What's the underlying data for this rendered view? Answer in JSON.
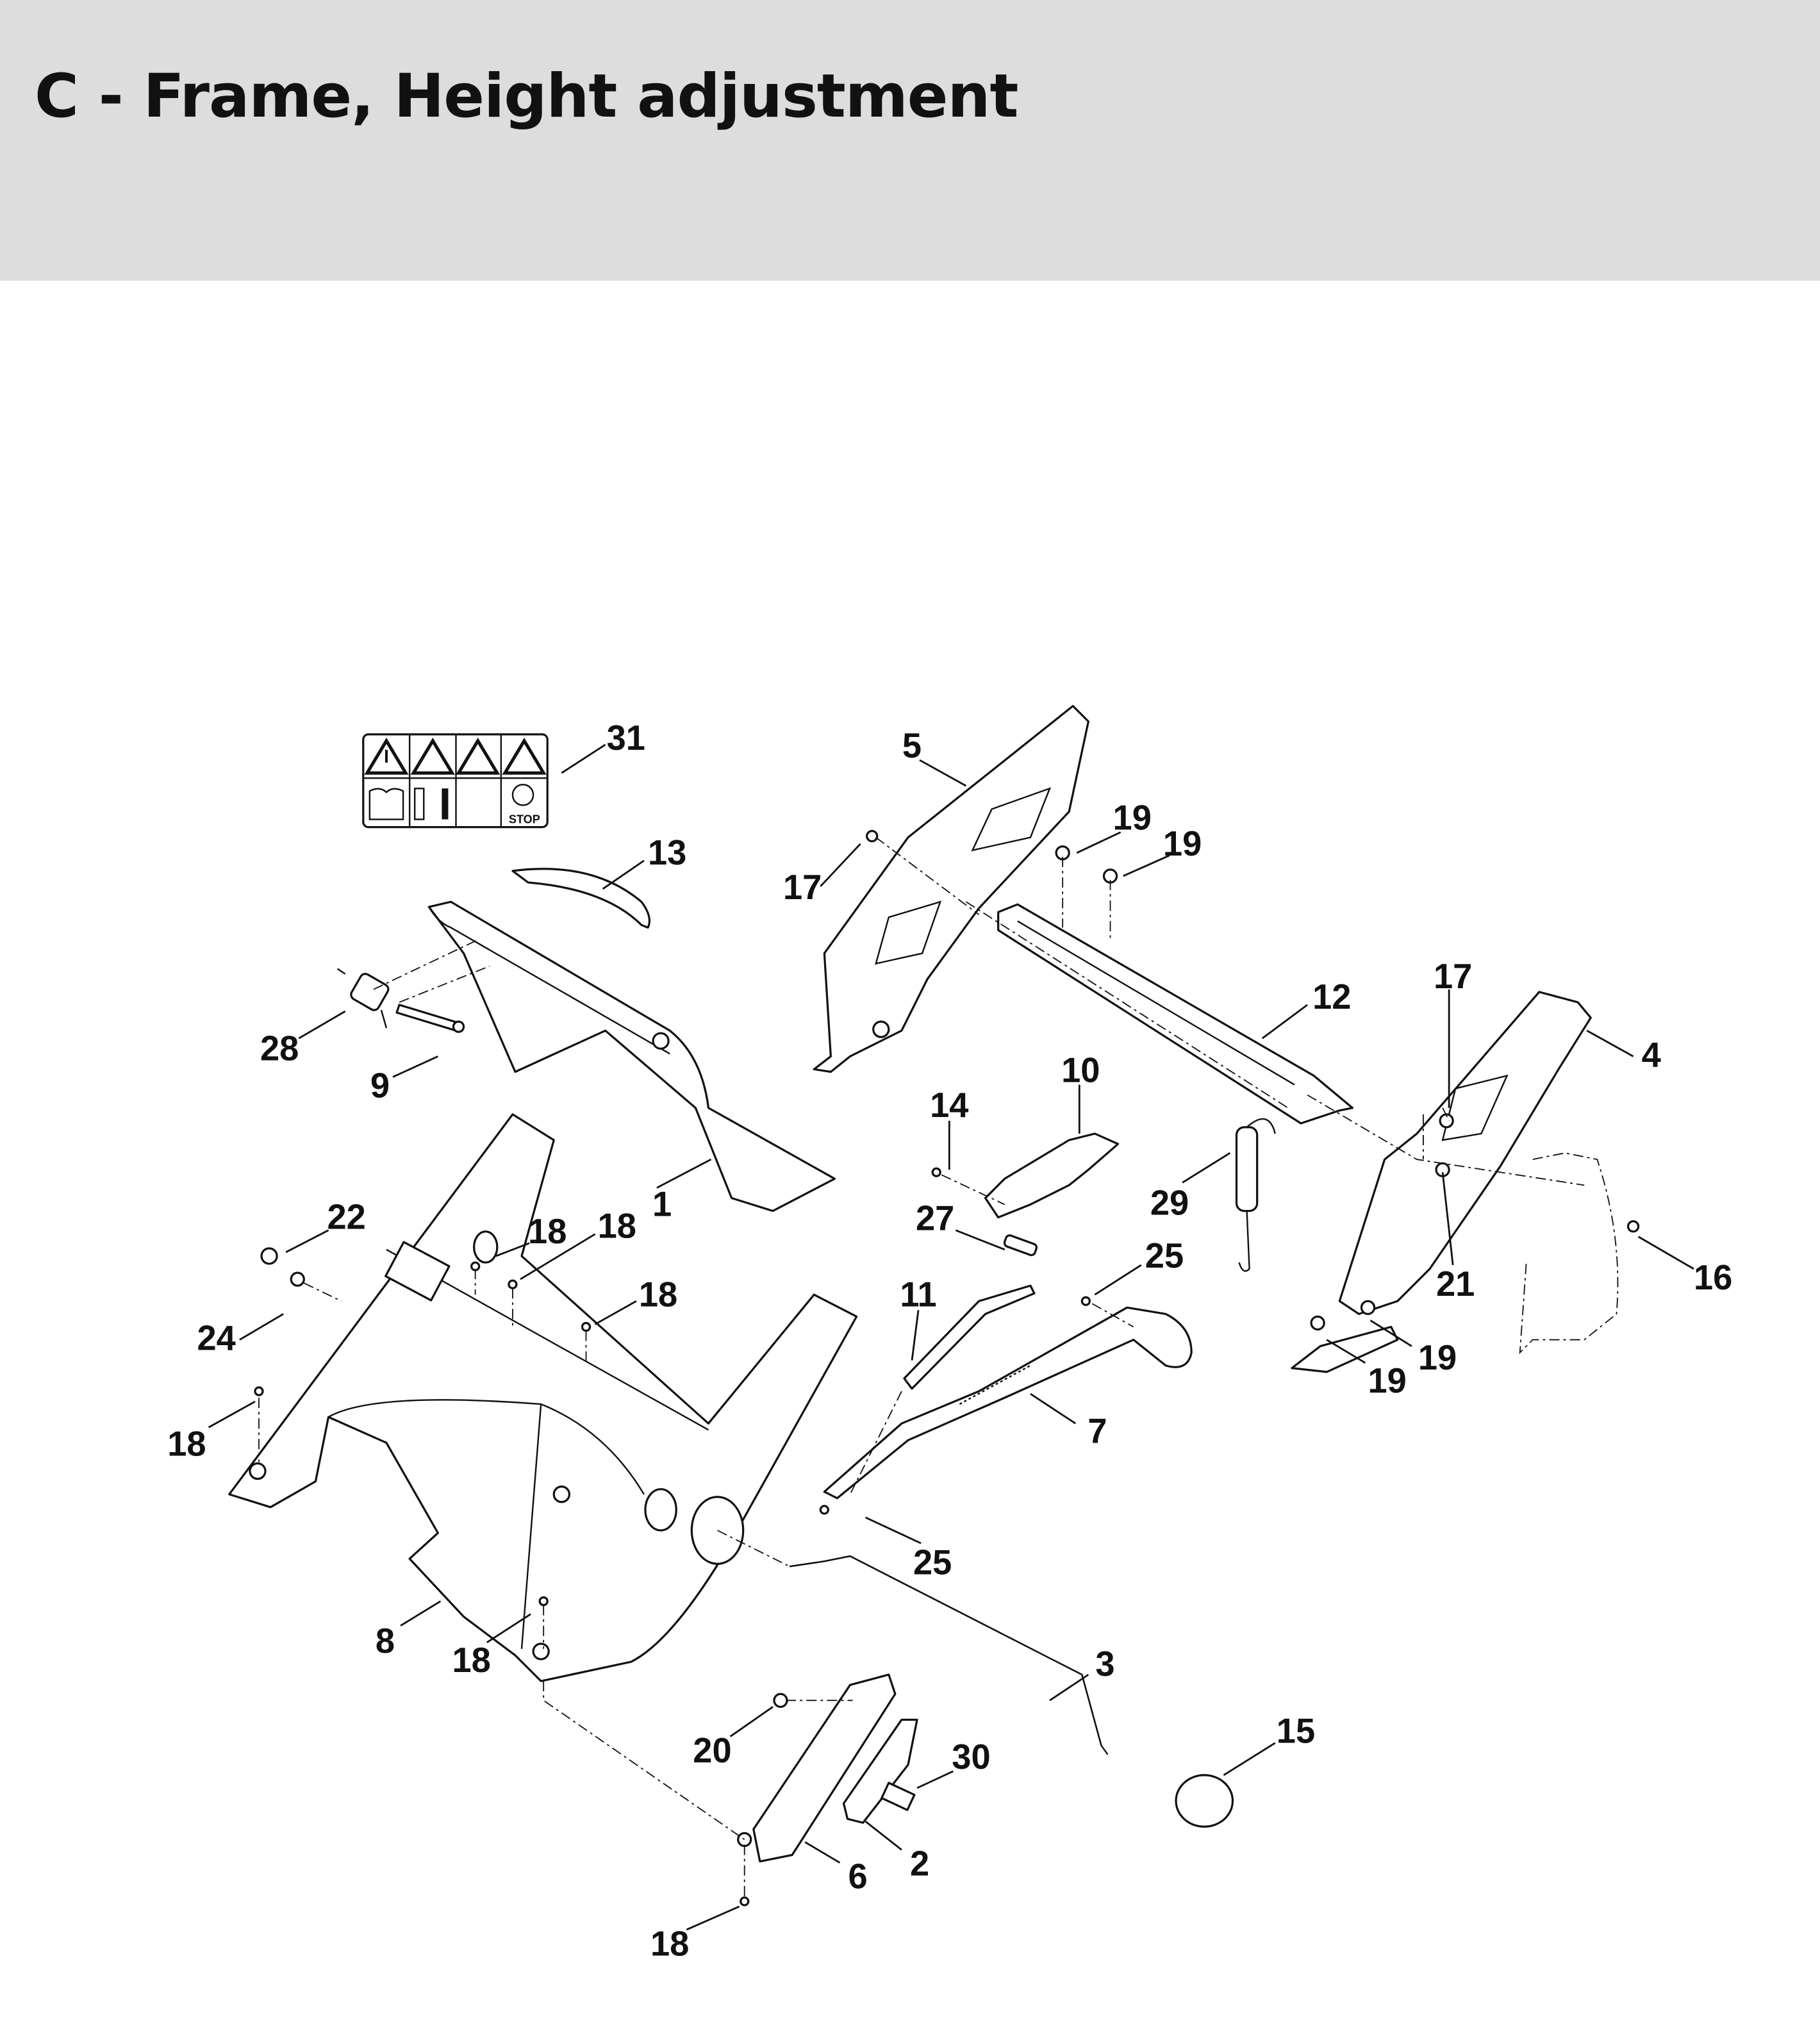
{
  "header": {
    "title": "C - Frame, Height adjustment"
  },
  "sticker": {
    "stop_label": "STOP"
  },
  "callouts": [
    "31",
    "13",
    "5",
    "17",
    "19",
    "19",
    "12",
    "17",
    "4",
    "10",
    "14",
    "29",
    "27",
    "25",
    "21",
    "16",
    "19",
    "19",
    "11",
    "7",
    "25",
    "28",
    "9",
    "1",
    "22",
    "18",
    "18",
    "18",
    "24",
    "18",
    "8",
    "18",
    "3",
    "15",
    "20",
    "30",
    "6",
    "2",
    "18"
  ],
  "colors": {
    "header_bg": "#dcdddc",
    "ink": "#111111"
  }
}
